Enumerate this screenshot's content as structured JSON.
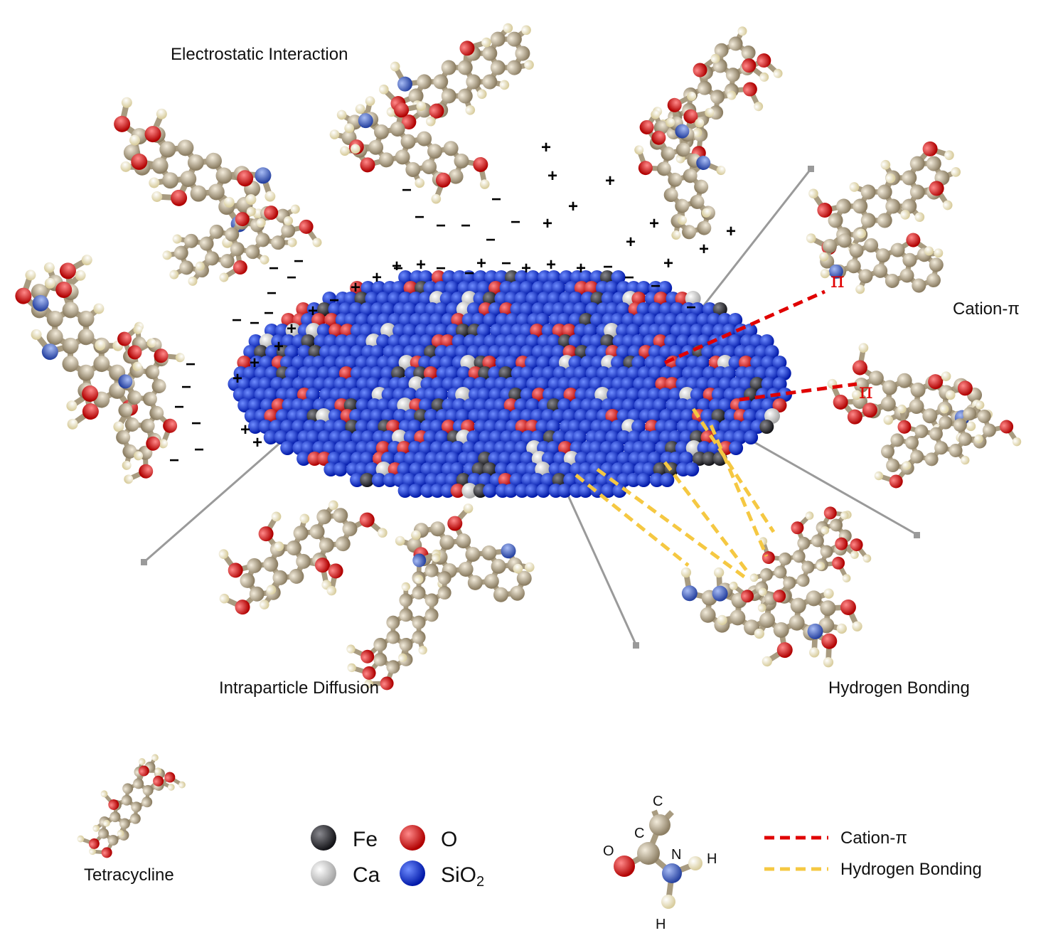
{
  "labels": {
    "electrostatic": "Electrostatic Interaction",
    "cation_pi": "Cation-π",
    "intraparticle": "Intraparticle Diffusion",
    "hydrogen_bonding": "Hydrogen Bonding",
    "tetracycline": "Tetracycline",
    "pi_symbol": "π"
  },
  "element_legend": [
    {
      "symbol": "Fe",
      "color": "#2e2e32"
    },
    {
      "symbol": "O",
      "color": "#e00000"
    },
    {
      "symbol": "Ca",
      "color": "#dcdcdc"
    },
    {
      "symbol": "SiO",
      "subscript": "2",
      "color": "#0a2fe0"
    }
  ],
  "amide_group": {
    "atoms": [
      "C",
      "C",
      "O",
      "N",
      "H",
      "H"
    ]
  },
  "line_legend": [
    {
      "label": "Cation-π",
      "color": "#e00000"
    },
    {
      "label": "Hydrogen Bonding",
      "color": "#f5c842"
    }
  ],
  "colors": {
    "carbon": "#b5a88e",
    "hydrogen": "#f4ecc8",
    "oxygen": "#e00000",
    "nitrogen": "#3e62c8",
    "bond": "#a89b80",
    "pointer": "#9a9a9a"
  }
}
